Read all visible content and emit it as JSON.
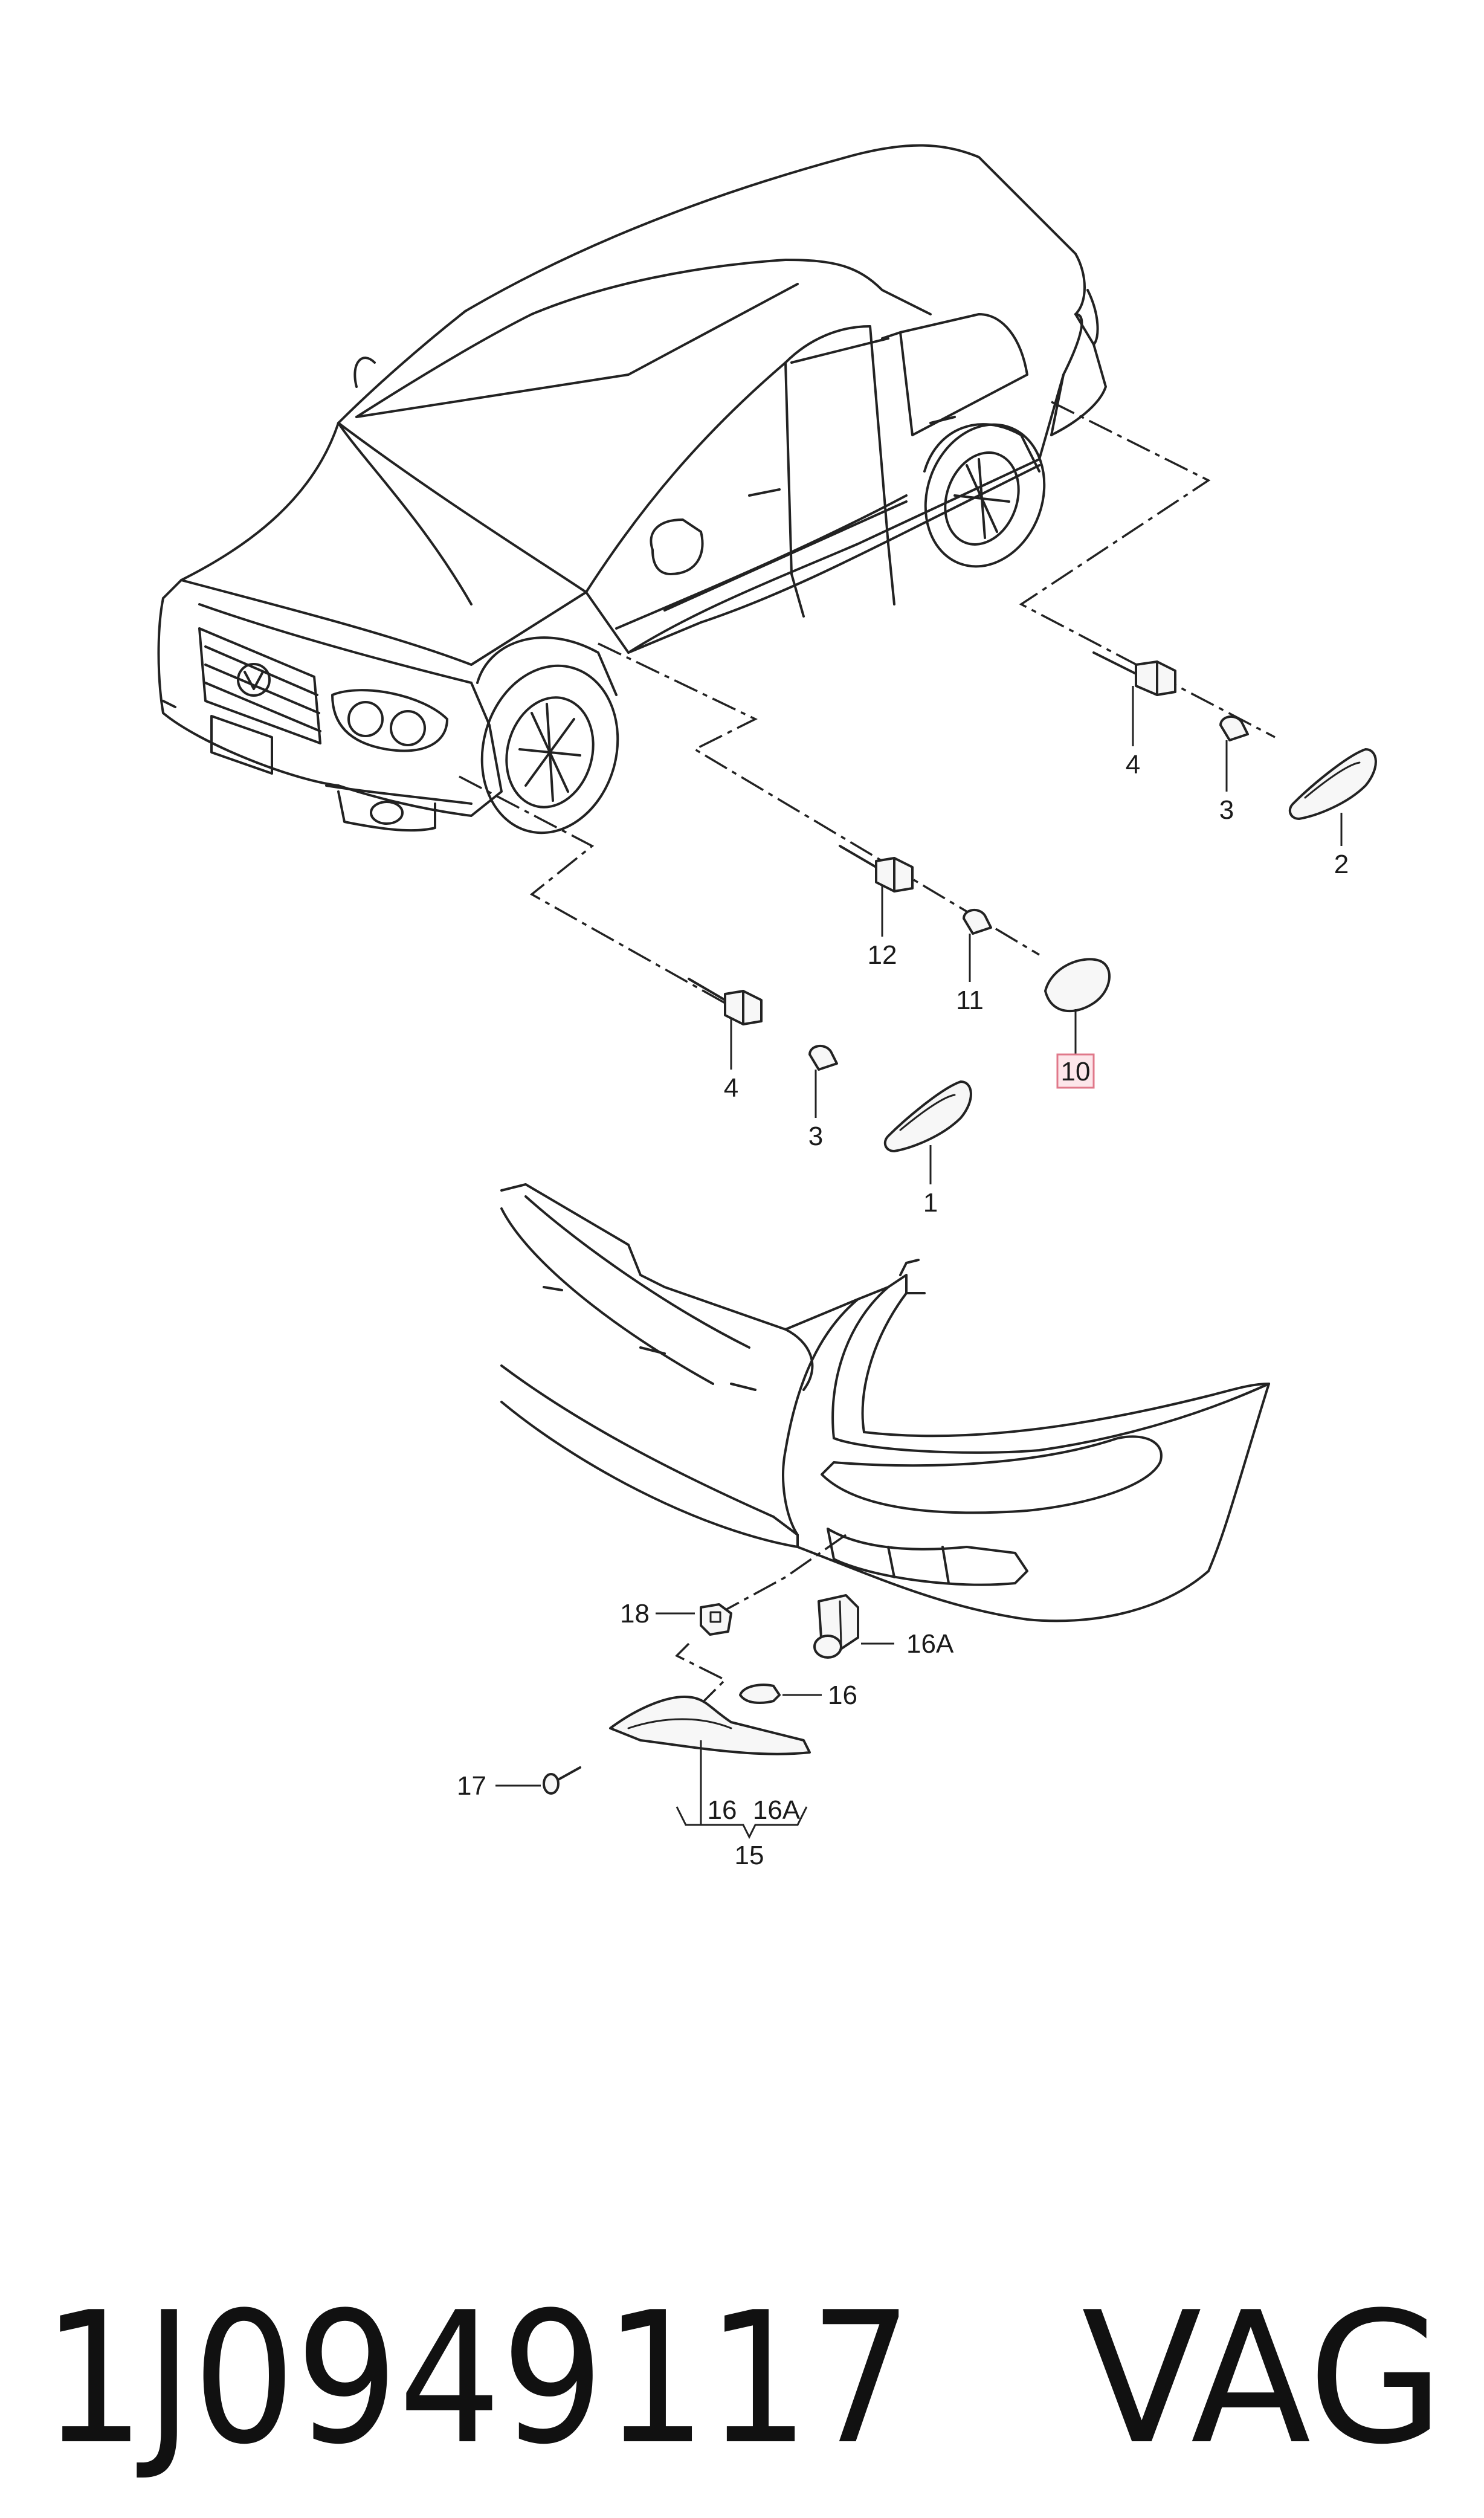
{
  "callouts": {
    "c1": "1",
    "c2": "2",
    "c3_front": "3",
    "c3_rear": "3",
    "c4_front": "4",
    "c4_rear": "4",
    "c10": "10",
    "c11": "11",
    "c12": "12",
    "c15": "15",
    "c16": "16",
    "c16_sub": "16",
    "c16a": "16A",
    "c16a_sub": "16A",
    "c17": "17",
    "c18": "18"
  },
  "footer": {
    "part_number": "1J0949117",
    "brand": "VAG"
  },
  "colors": {
    "ink": "#222222",
    "highlight_box": "#e0788a"
  }
}
